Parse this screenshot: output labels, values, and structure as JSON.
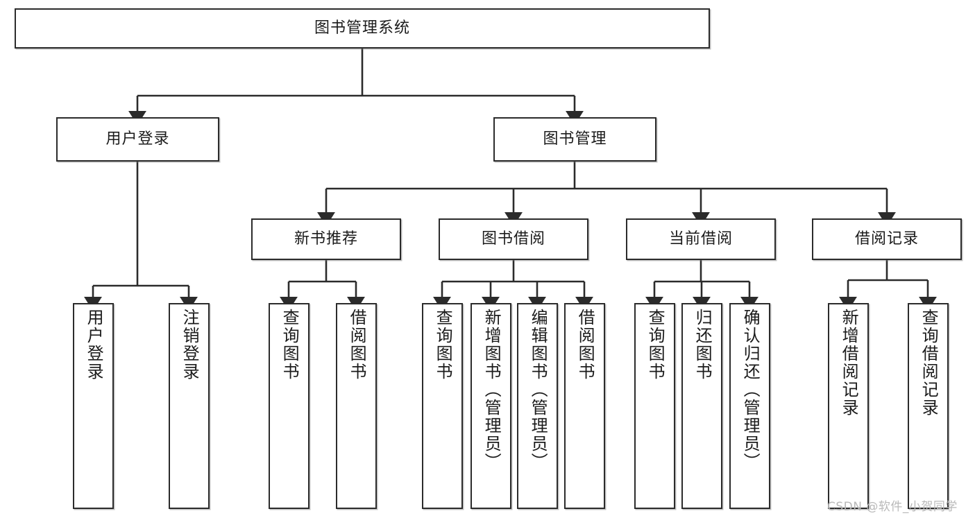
{
  "diagram": {
    "type": "tree",
    "title": "图书管理系统",
    "orientation": "top-down",
    "colors": {
      "box_border": "#2b2b2b",
      "box_fill": "#ffffff",
      "connector": "#2b2b2b",
      "watermark": "#b9b9b9",
      "background": "#ffffff"
    },
    "levels": {
      "root": {
        "label": "图书管理系统"
      },
      "level2": [
        {
          "label": "用户登录"
        },
        {
          "label": "图书管理"
        }
      ],
      "level3": [
        {
          "label": "新书推荐"
        },
        {
          "label": "图书借阅"
        },
        {
          "label": "当前借阅"
        },
        {
          "label": "借阅记录"
        }
      ],
      "leaves": [
        {
          "label": "用户登录",
          "parent": "用户登录"
        },
        {
          "label": "注销登录",
          "parent": "用户登录"
        },
        {
          "label": "查询图书",
          "parent": "新书推荐"
        },
        {
          "label": "借阅图书",
          "parent": "新书推荐"
        },
        {
          "label": "查询图书",
          "parent": "图书借阅"
        },
        {
          "label": "新增图书（管理员）",
          "parent": "图书借阅"
        },
        {
          "label": "编辑图书（管理员）",
          "parent": "图书借阅"
        },
        {
          "label": "借阅图书",
          "parent": "图书借阅"
        },
        {
          "label": "查询图书",
          "parent": "当前借阅"
        },
        {
          "label": "归还图书",
          "parent": "当前借阅"
        },
        {
          "label": "确认归还（管理员）",
          "parent": "当前借阅"
        },
        {
          "label": "新增借阅记录",
          "parent": "借阅记录"
        },
        {
          "label": "查询借阅记录",
          "parent": "借阅记录"
        }
      ]
    }
  },
  "watermark": {
    "text": "CSDN @软件_小贺同学"
  }
}
